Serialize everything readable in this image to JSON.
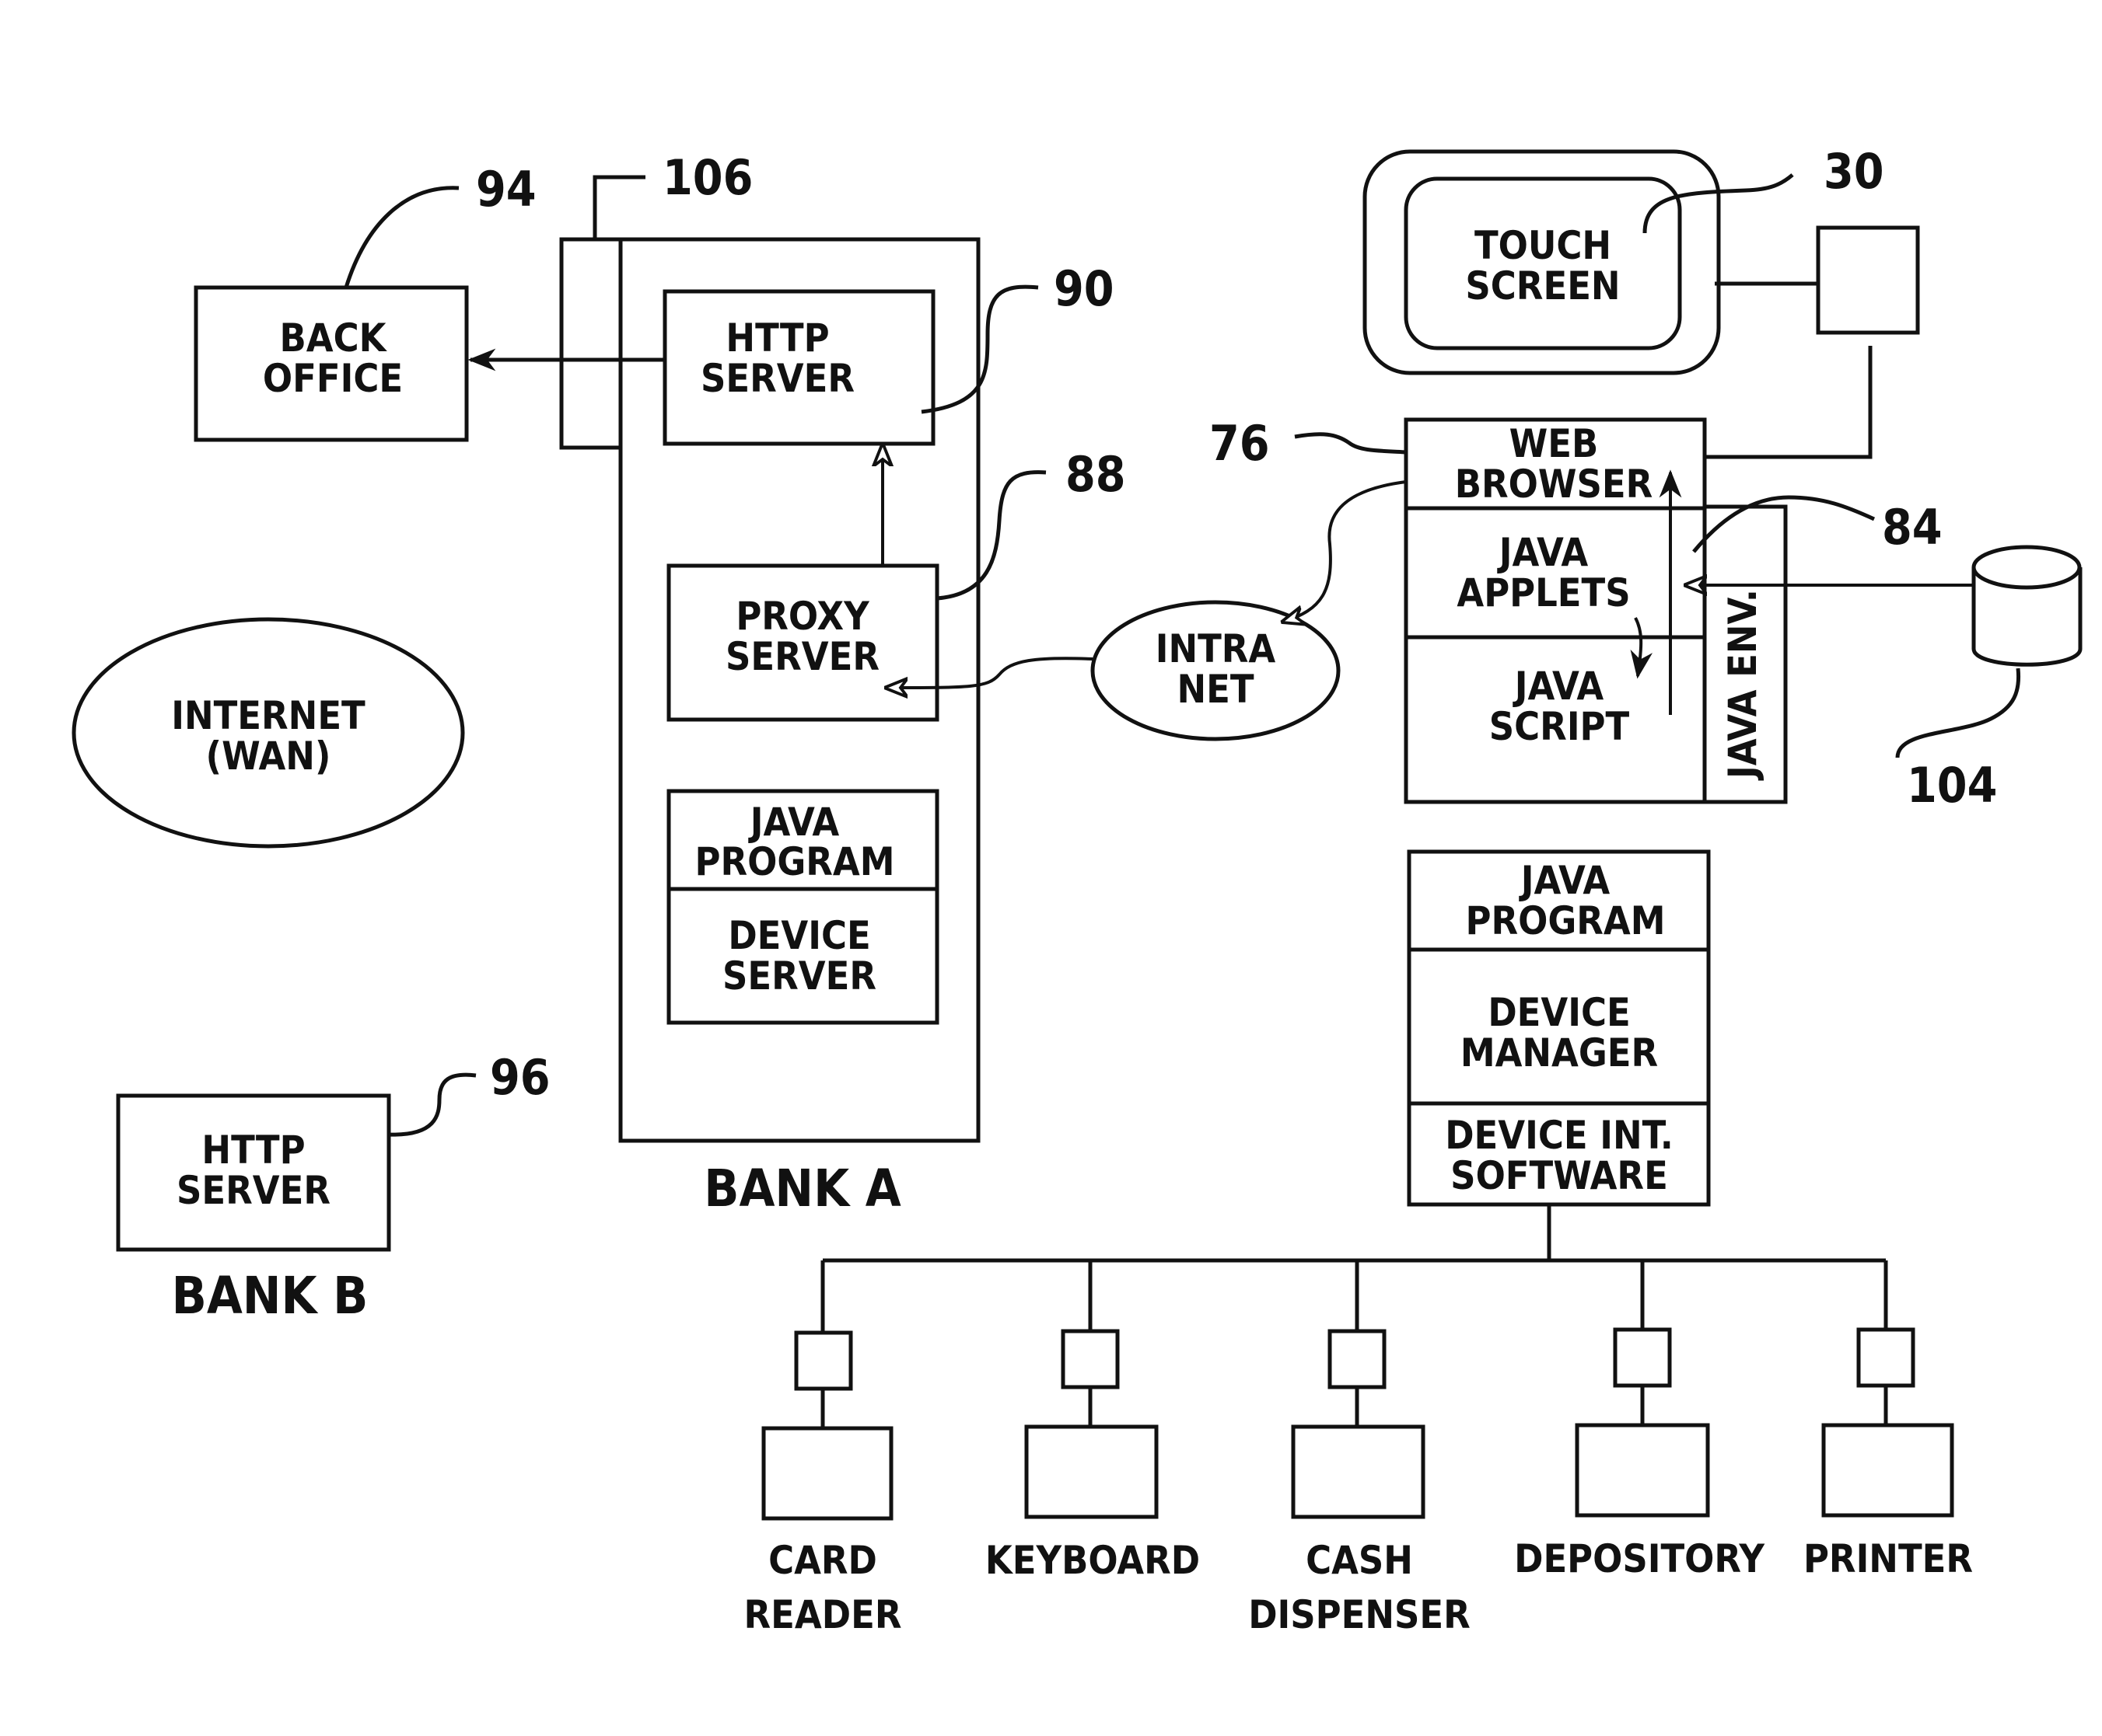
{
  "refs": {
    "r94": "94",
    "r106": "106",
    "r90": "90",
    "r88": "88",
    "r30": "30",
    "r76": "76",
    "r84": "84",
    "r104": "104",
    "r96": "96"
  },
  "back_office": [
    "BACK",
    "OFFICE"
  ],
  "bank_a": {
    "caption": "BANK A",
    "http_server": [
      "HTTP",
      "SERVER"
    ],
    "proxy_server": [
      "PROXY",
      "SERVER"
    ],
    "java_program": [
      "JAVA",
      "PROGRAM"
    ],
    "device_server": [
      "DEVICE",
      "SERVER"
    ]
  },
  "internet": [
    "INTERNET",
    "(WAN)"
  ],
  "bank_b": {
    "caption": "BANK B",
    "http_server": [
      "HTTP",
      "SERVER"
    ]
  },
  "intranet": [
    "INTRA",
    "NET"
  ],
  "touch_screen": [
    "TOUCH",
    "SCREEN"
  ],
  "terminal": {
    "web_browser": [
      "WEB",
      "BROWSER"
    ],
    "java_applets": [
      "JAVA",
      "APPLETS"
    ],
    "java_script": [
      "JAVA",
      "SCRIPT"
    ],
    "java_env": "JAVA ENV."
  },
  "device_stack": {
    "java_program": [
      "JAVA",
      "PROGRAM"
    ],
    "device_manager": [
      "DEVICE",
      "MANAGER"
    ],
    "device_int_software": [
      "DEVICE INT.",
      "SOFTWARE"
    ]
  },
  "devices": {
    "card_reader": [
      "CARD",
      "READER"
    ],
    "keyboard": [
      "KEYBOARD"
    ],
    "cash_dispenser": [
      "CASH",
      "DISPENSER"
    ],
    "depository": [
      "DEPOSITORY"
    ],
    "printer": [
      "PRINTER"
    ]
  }
}
